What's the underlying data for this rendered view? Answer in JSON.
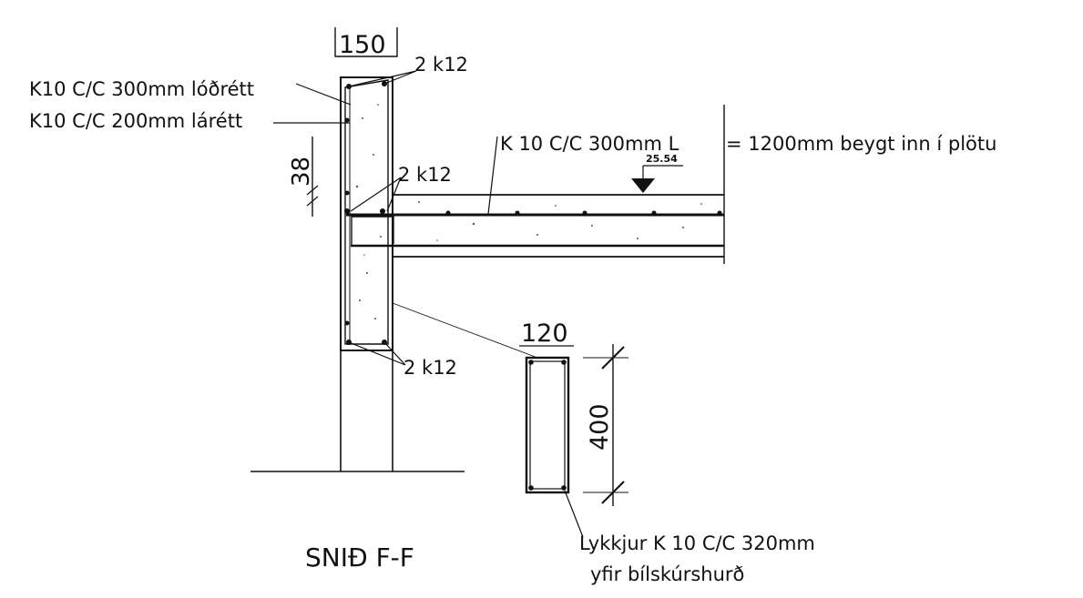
{
  "drawing": {
    "title": "SNIÐ F-F",
    "wall_width_dim": "150",
    "beam_width_dim": "120",
    "beam_height_dim": "400",
    "level_mark": "25.54",
    "slab_height_dim": "38"
  },
  "annotations": {
    "vertical_rebar": "K10 C/C 300mm lóðrétt",
    "horizontal_rebar": "K10 C/C 200mm lárétt",
    "bars_top": "2 k12",
    "bars_mid": "2 k12",
    "bars_bottom": "2 k12",
    "slab_rebar_left": "K 10 C/C 300mm L",
    "slab_rebar_right": "= 1200mm beygt inn í plötu",
    "stirrups_line1": "Lykkjur K 10 C/C 320mm",
    "stirrups_line2": "yfir bílskúrshurð"
  }
}
